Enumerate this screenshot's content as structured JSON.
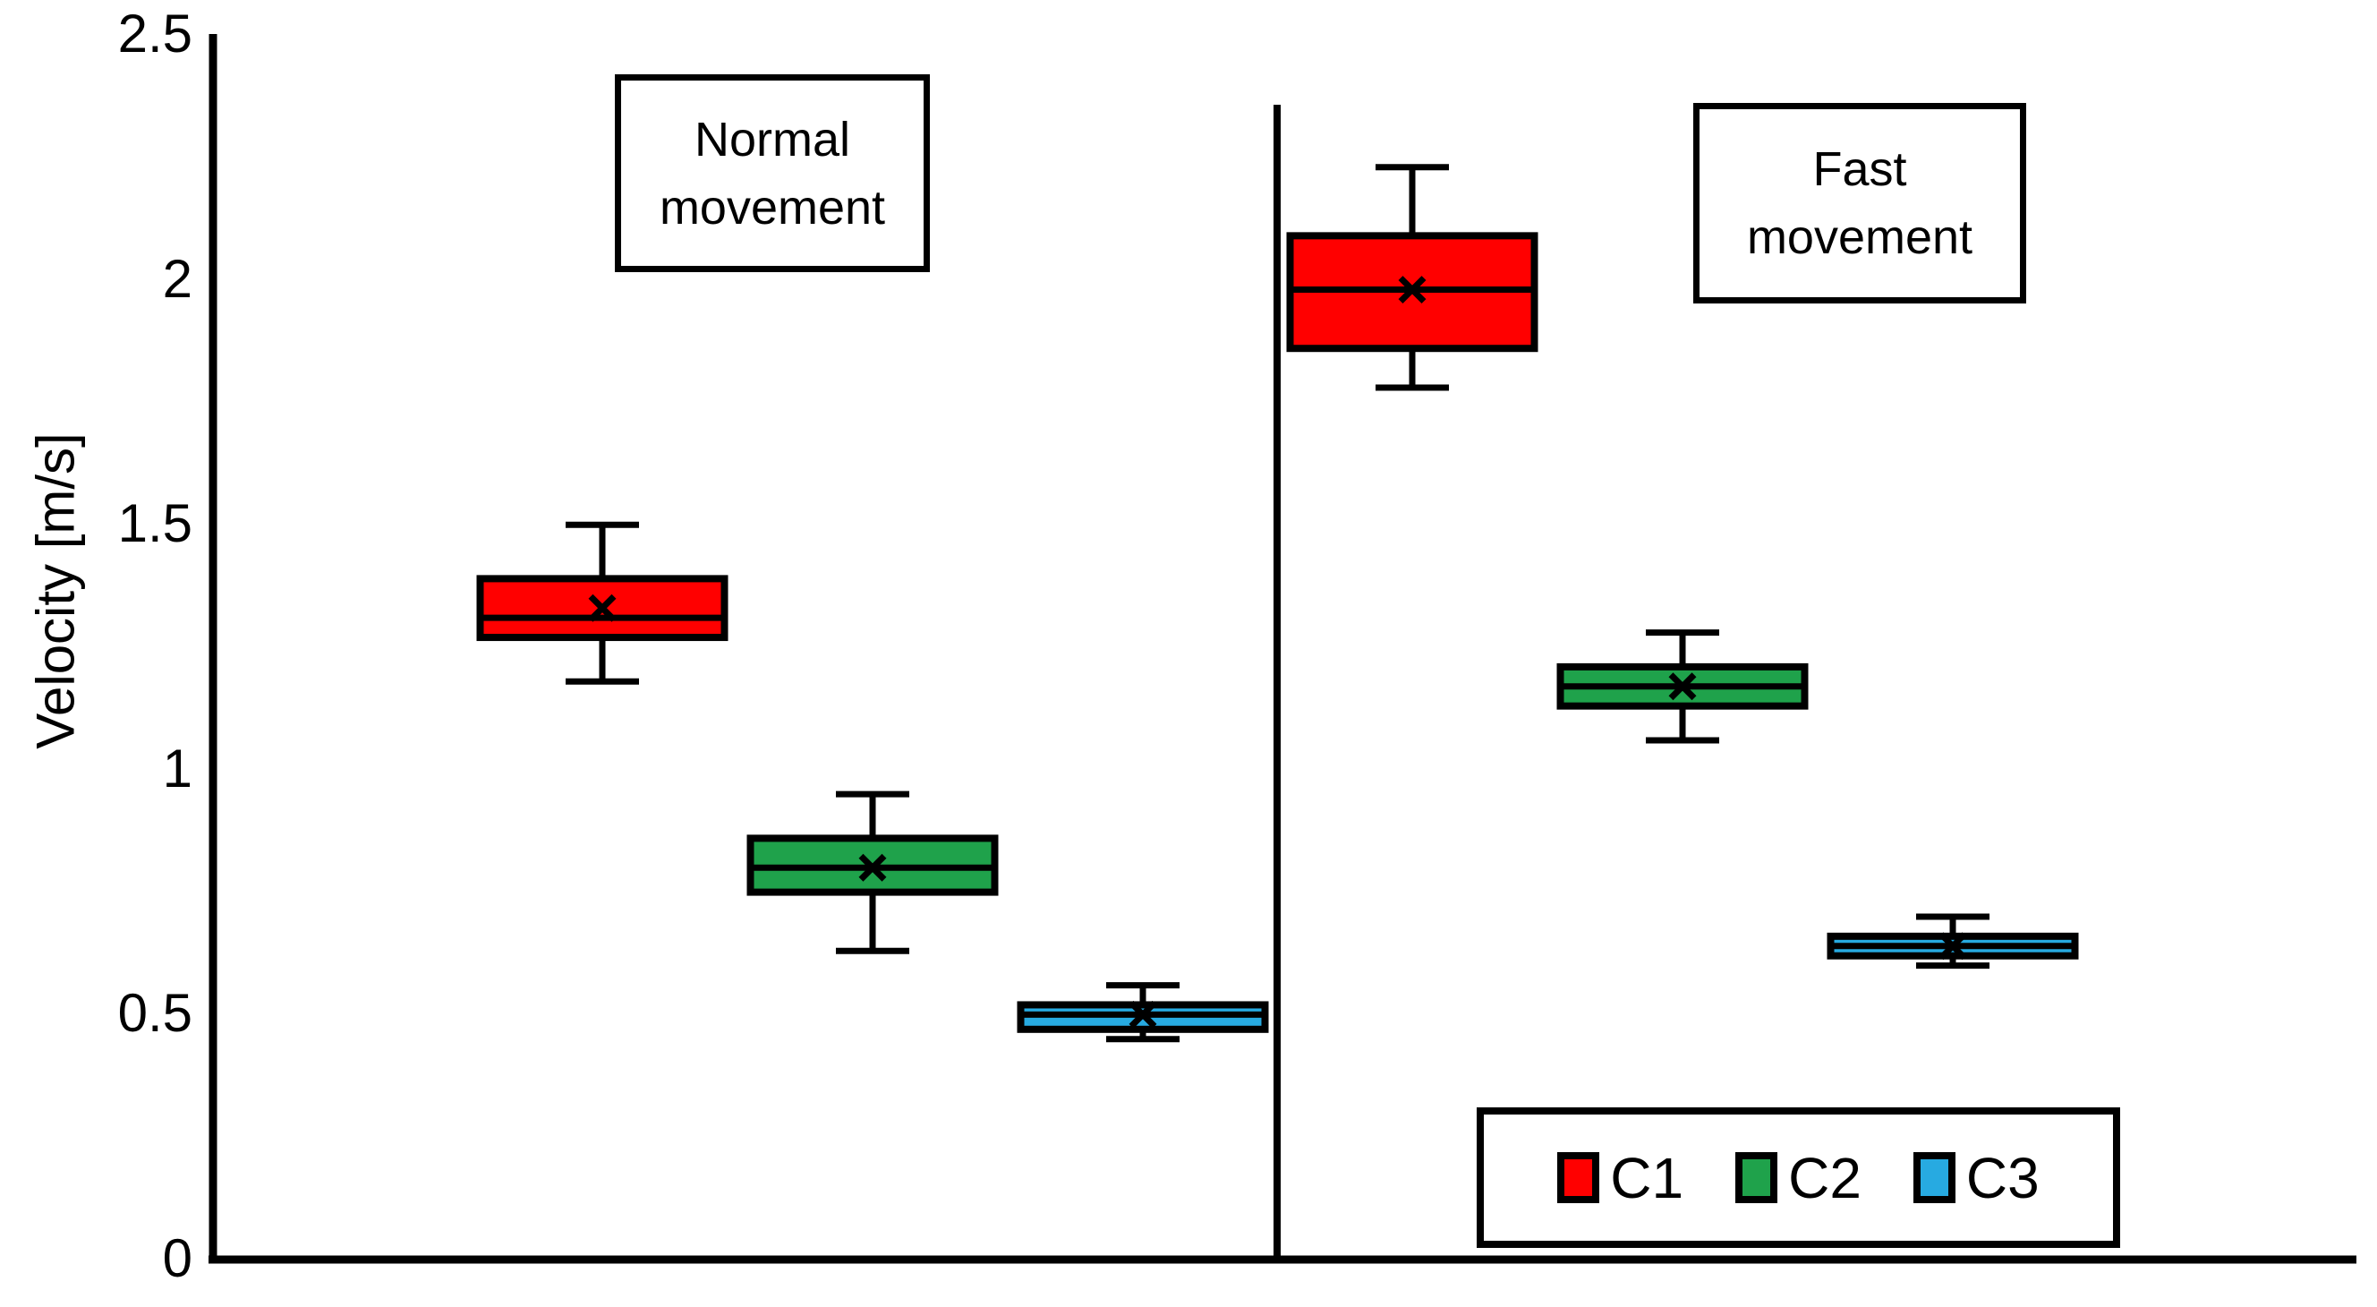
{
  "figure": {
    "background": "#FFFFFF",
    "axis_color": "#000000"
  },
  "chart_data": {
    "type": "boxplot",
    "title": "",
    "xlabel": "",
    "ylabel": "Velocity [m/s]",
    "ylim": [
      0,
      2.5
    ],
    "yticks": [
      0,
      0.5,
      1,
      1.5,
      2,
      2.5
    ],
    "ytick_labels": [
      "0",
      "0.5",
      "1",
      "1.5",
      "2",
      "2.5"
    ],
    "grid": false,
    "series_colors": {
      "C1": "#FF0000",
      "C2": "#1FA24B",
      "C3": "#27AAE1"
    },
    "groups": [
      {
        "label": "Normal movement",
        "boxes": [
          {
            "series": "C1",
            "color": "#FF0000",
            "whisker_low": 1.18,
            "q1": 1.27,
            "median": 1.31,
            "q3": 1.39,
            "whisker_high": 1.5,
            "mean": 1.33
          },
          {
            "series": "C2",
            "color": "#1FA24B",
            "whisker_low": 0.63,
            "q1": 0.75,
            "median": 0.8,
            "q3": 0.86,
            "whisker_high": 0.95,
            "mean": 0.8
          },
          {
            "series": "C3",
            "color": "#27AAE1",
            "whisker_low": 0.45,
            "q1": 0.47,
            "median": 0.5,
            "q3": 0.52,
            "whisker_high": 0.56,
            "mean": 0.5
          }
        ]
      },
      {
        "label": "Fast movement",
        "boxes": [
          {
            "series": "C1",
            "color": "#FF0000",
            "whisker_low": 1.78,
            "q1": 1.86,
            "median": 1.98,
            "q3": 2.09,
            "whisker_high": 2.23,
            "mean": 1.98
          },
          {
            "series": "C2",
            "color": "#1FA24B",
            "whisker_low": 1.06,
            "q1": 1.13,
            "median": 1.17,
            "q3": 1.21,
            "whisker_high": 1.28,
            "mean": 1.17
          },
          {
            "series": "C3",
            "color": "#27AAE1",
            "whisker_low": 0.6,
            "q1": 0.62,
            "median": 0.64,
            "q3": 0.66,
            "whisker_high": 0.7,
            "mean": 0.64
          }
        ]
      }
    ],
    "legend": {
      "position": "bottom-right",
      "entries": [
        {
          "label": "C1",
          "color": "#FF0000"
        },
        {
          "label": "C2",
          "color": "#1FA24B"
        },
        {
          "label": "C3",
          "color": "#27AAE1"
        }
      ]
    }
  }
}
